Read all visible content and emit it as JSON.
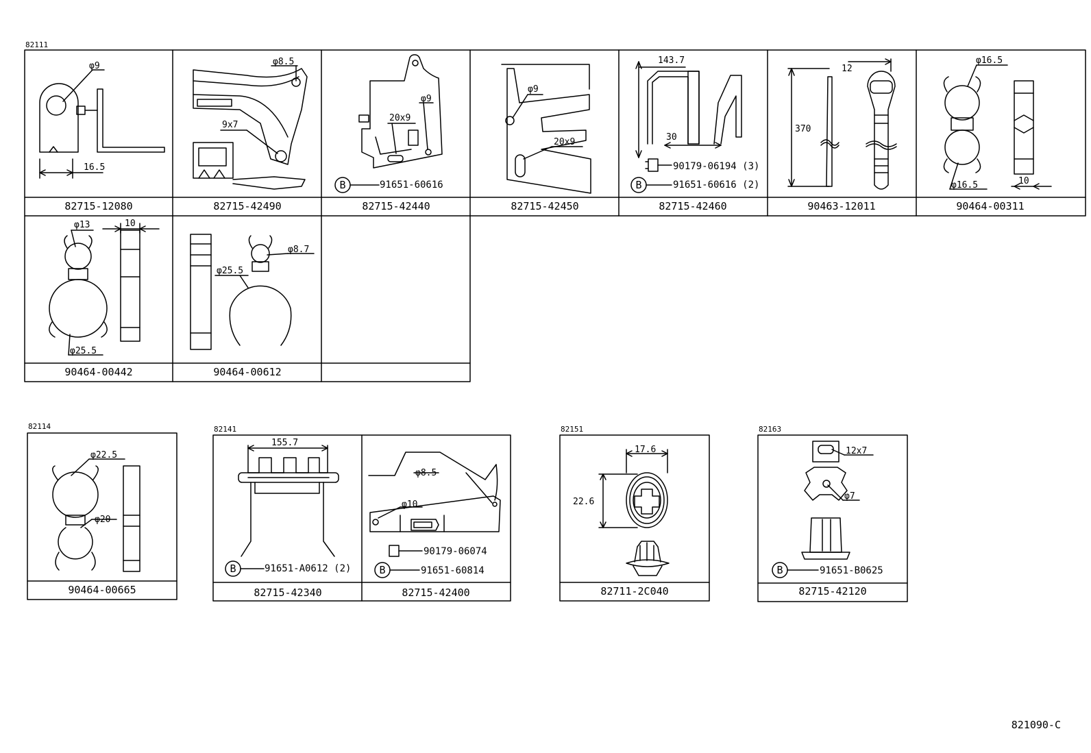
{
  "groups": [
    {
      "code": "82111",
      "cells": [
        {
          "part": "82715-12080",
          "dims": [
            "φ9",
            "16.5"
          ]
        },
        {
          "part": "82715-42490",
          "dims": [
            "φ8.5",
            "9x7"
          ]
        },
        {
          "part": "82715-42440",
          "dims": [
            "20x9",
            "φ9"
          ],
          "refs": [
            {
              "label": "B",
              "part": "91651-60616"
            }
          ]
        },
        {
          "part": "82715-42450",
          "dims": [
            "φ9",
            "20x9"
          ]
        },
        {
          "part": "82715-42460",
          "dims": [
            "143.7",
            "30"
          ],
          "refs": [
            {
              "label": "",
              "part": "90179-06194 (3)"
            },
            {
              "label": "B",
              "part": "91651-60616 (2)"
            }
          ]
        },
        {
          "part": "90463-12011",
          "dims": [
            "12",
            "370"
          ]
        },
        {
          "part": "90464-00311",
          "dims": [
            "φ16.5",
            "φ16.5",
            "10"
          ]
        },
        {
          "part": "90464-00442",
          "dims": [
            "φ13",
            "10",
            "φ25.5"
          ]
        },
        {
          "part": "90464-00612",
          "dims": [
            "φ8.7",
            "φ25.5"
          ]
        },
        {
          "part": ""
        }
      ]
    },
    {
      "code": "82114",
      "cells": [
        {
          "part": "90464-00665",
          "dims": [
            "φ22.5",
            "φ20"
          ]
        }
      ]
    },
    {
      "code": "82141",
      "cells": [
        {
          "part": "82715-42340",
          "dims": [
            "155.7"
          ],
          "refs": [
            {
              "label": "B",
              "part": "91651-A0612 (2)"
            }
          ]
        },
        {
          "part": "82715-42400",
          "dims": [
            "φ8.5",
            "φ10"
          ],
          "refs": [
            {
              "label": "",
              "part": "90179-06074"
            },
            {
              "label": "B",
              "part": "91651-60814"
            }
          ]
        }
      ]
    },
    {
      "code": "82151",
      "cells": [
        {
          "part": "82711-2C040",
          "dims": [
            "17.6",
            "22.6"
          ]
        }
      ]
    },
    {
      "code": "82163",
      "cells": [
        {
          "part": "82715-42120",
          "dims": [
            "12x7",
            "φ7"
          ],
          "refs": [
            {
              "label": "B",
              "part": "91651-B0625"
            }
          ]
        }
      ]
    }
  ],
  "figure_code": "821090-C"
}
